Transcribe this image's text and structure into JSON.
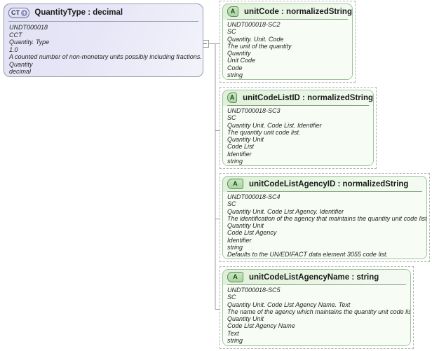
{
  "diagram": {
    "type": "xsd-schema-tree",
    "root": {
      "badge": "CT",
      "expand_icon": "plus-icon",
      "title": "QuantityType : decimal",
      "lines": [
        "UNDT000018",
        "CCT",
        "Quantity. Type",
        "1.0",
        "A counted number of non-monetary units possibly including fractions.",
        "Quantity",
        "decimal"
      ]
    },
    "toggle": {
      "name": "collapse-toggle",
      "state": "expanded",
      "glyph": "minus-icon"
    },
    "attributes": [
      {
        "badge": "A",
        "title": "unitCode : normalizedString",
        "lines": [
          "UNDT000018-SC2",
          "SC",
          "Quantity. Unit. Code",
          "The unit of the quantity",
          "Quantity",
          "Unit Code",
          "Code",
          "string"
        ]
      },
      {
        "badge": "A",
        "title": "unitCodeListID : normalizedString",
        "lines": [
          "UNDT000018-SC3",
          "SC",
          "Quantity Unit. Code List. Identifier",
          "The quantity unit code list.",
          "Quantity Unit",
          "Code List",
          "Identifier",
          "string"
        ]
      },
      {
        "badge": "A",
        "title": "unitCodeListAgencyID : normalizedString",
        "lines": [
          "UNDT000018-SC4",
          "SC",
          "Quantity Unit. Code List Agency. Identifier",
          "The identification of the agency that maintains the quantity unit code list",
          "Quantity Unit",
          "Code List Agency",
          "Identifier",
          "string",
          "Defaults to the UN/EDIFACT data element 3055 code list."
        ]
      },
      {
        "badge": "A",
        "title": "unitCodeListAgencyName : string",
        "lines": [
          "UNDT000018-SC5",
          "SC",
          "Quantity Unit. Code List Agency Name. Text",
          "The name of the agency which maintains the quantity unit code list.",
          "Quantity Unit",
          "Code List Agency Name",
          "Text",
          "string"
        ]
      }
    ],
    "colors": {
      "complex_type_fill": "#e2e2f6",
      "complex_type_border": "#9a9aa8",
      "attribute_fill": "#dff0d8",
      "attribute_border": "#9ec49c",
      "attribute_outline": "#b4b4b4",
      "connector": "#9a9a9a"
    }
  }
}
